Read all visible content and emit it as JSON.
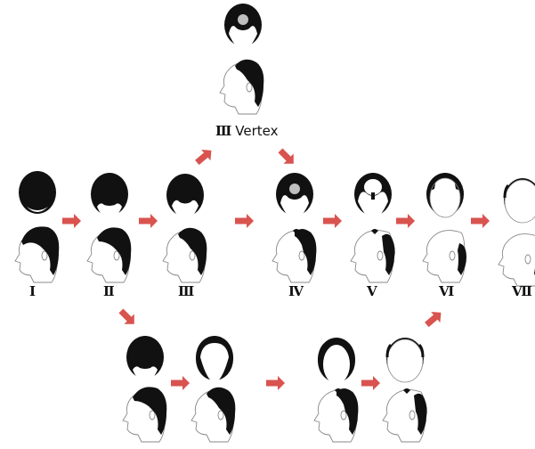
{
  "colors": {
    "hair": "#111111",
    "skin": "#ffffff",
    "outline": "#888888",
    "arrow": "#d9534f"
  },
  "icons": {
    "top_view": "head-top-view-icon",
    "side_view": "head-side-view-icon",
    "arrow": "arrow-icon"
  },
  "labels": {
    "stage_1": "Ⅰ",
    "stage_2": "Ⅱ",
    "stage_3": "Ⅲ",
    "stage_4": "Ⅳ",
    "stage_5": "Ⅴ",
    "stage_6": "Ⅵ",
    "stage_7": "Ⅶ",
    "vertex_roman": "Ⅲ",
    "vertex_word": "Vertex"
  }
}
